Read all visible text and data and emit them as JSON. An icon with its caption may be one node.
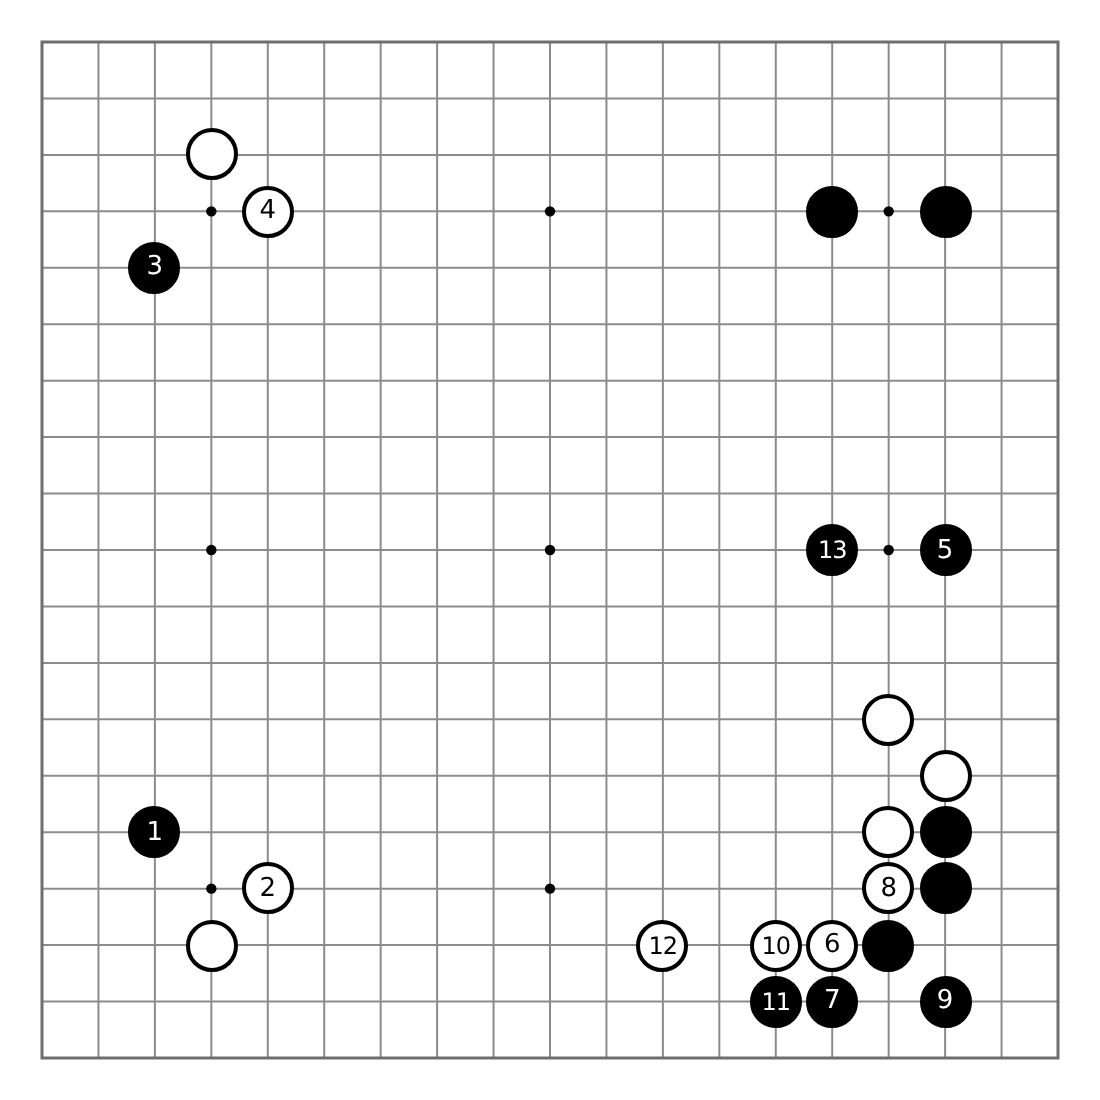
{
  "diagram": {
    "nodes": [
      {
        "text": [],
        "shape": "circle"
      },
      {
        "text": [
          "4"
        ]
      },
      {
        "text": [],
        "shape": "circle"
      },
      {
        "text": [],
        "shape": "circle"
      },
      {
        "text": [
          "3"
        ]
      },
      {
        "text": [
          "13"
        ]
      },
      {
        "text": [
          "5"
        ]
      },
      {
        "text": [],
        "shape": "circle"
      },
      {
        "text": [],
        "shape": "circle"
      },
      {
        "text": [
          "1"
        ]
      },
      {
        "text": [],
        "shape": "circle"
      },
      {
        "text": [],
        "shape": "circle"
      },
      {
        "text": [
          "2"
        ]
      },
      {
        "text": [
          "8"
        ]
      },
      {
        "text": [],
        "shape": "circle"
      },
      {
        "text": [],
        "shape": "circle"
      },
      {
        "text": [
          "12"
        ]
      },
      {
        "text": [
          "10"
        ]
      },
      {
        "text": [
          "6"
        ]
      },
      {
        "text": [],
        "shape": "circle"
      },
      {
        "text": [
          "11"
        ]
      },
      {
        "text": [
          "7"
        ]
      },
      {
        "text": [
          "9"
        ]
      }
    ]
  }
}
